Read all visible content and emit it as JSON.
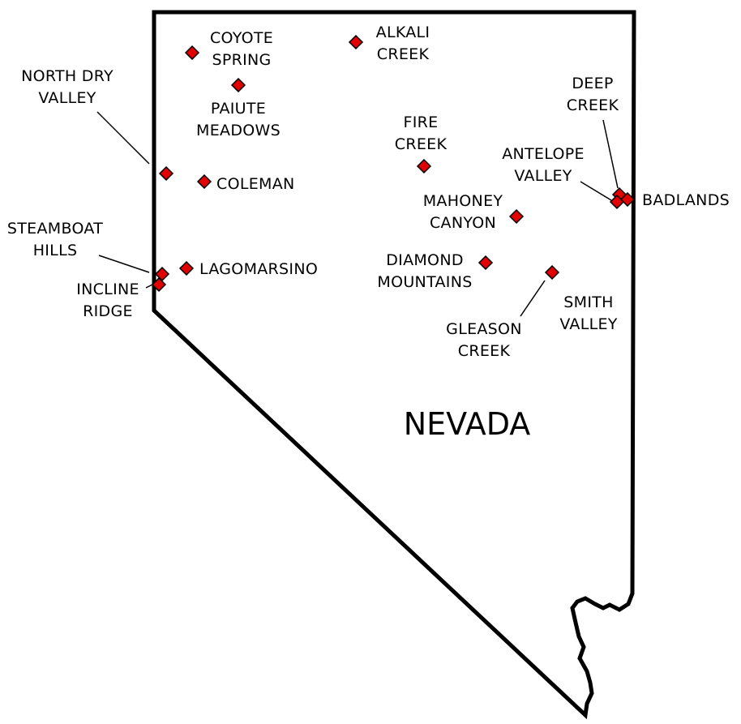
{
  "map": {
    "state_name": "NEVADA",
    "marker_color": "#e00000",
    "marker_outline_color": "#000000",
    "border_color": "#000000",
    "background_color": "#ffffff",
    "marker_shape": "diamond-icon",
    "sites": [
      {
        "id": "coyote-spring",
        "name_lines": [
          "COYOTE",
          "SPRING"
        ]
      },
      {
        "id": "alkali-creek",
        "name_lines": [
          "ALKALI",
          "CREEK"
        ]
      },
      {
        "id": "north-dry-valley",
        "name_lines": [
          "NORTH DRY",
          "VALLEY"
        ]
      },
      {
        "id": "paiute-meadows",
        "name_lines": [
          "PAIUTE",
          "MEADOWS"
        ]
      },
      {
        "id": "deep-creek",
        "name_lines": [
          "DEEP",
          "CREEK"
        ]
      },
      {
        "id": "fire-creek",
        "name_lines": [
          "FIRE",
          "CREEK"
        ]
      },
      {
        "id": "antelope-valley",
        "name_lines": [
          "ANTELOPE",
          "VALLEY"
        ]
      },
      {
        "id": "coleman",
        "name_lines": [
          "COLEMAN"
        ]
      },
      {
        "id": "badlands",
        "name_lines": [
          "BADLANDS"
        ]
      },
      {
        "id": "mahoney-canyon",
        "name_lines": [
          "MAHONEY",
          "CANYON"
        ]
      },
      {
        "id": "steamboat-hills",
        "name_lines": [
          "STEAMBOAT",
          "HILLS"
        ]
      },
      {
        "id": "lagomarsino",
        "name_lines": [
          "LAGOMARSINO"
        ]
      },
      {
        "id": "diamond-mountains",
        "name_lines": [
          "DIAMOND",
          "MOUNTAINS"
        ]
      },
      {
        "id": "incline-ridge",
        "name_lines": [
          "INCLINE",
          "RIDGE"
        ]
      },
      {
        "id": "smith-valley",
        "name_lines": [
          "SMITH",
          "VALLEY"
        ]
      },
      {
        "id": "gleason-creek",
        "name_lines": [
          "GLEASON",
          "CREEK"
        ]
      }
    ]
  }
}
